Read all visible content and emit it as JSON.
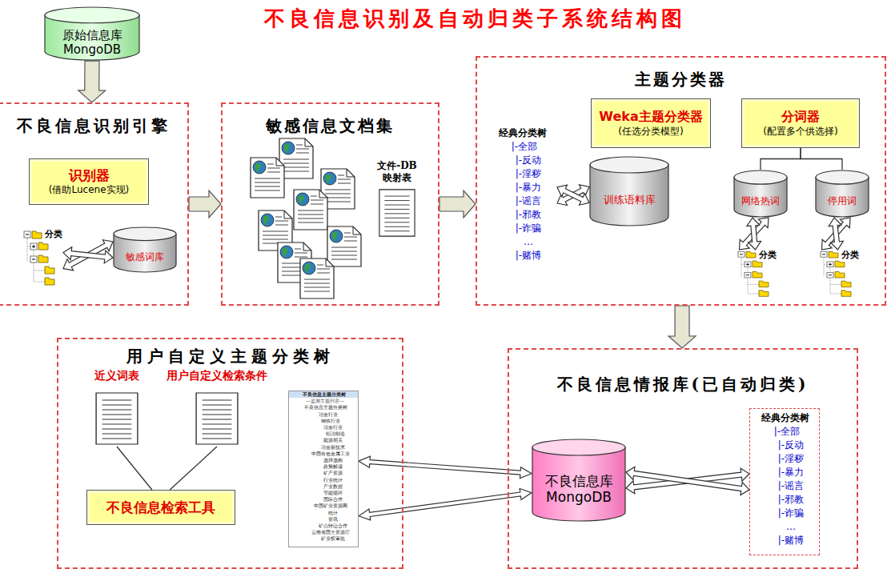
{
  "diagram": {
    "title": "不良信息识别及自动归类子系统结构图",
    "nodes": [
      {
        "text": [
          "原始信息库 MongoDB"
        ]
      },
      {
        "text": [
          "不良信息识别引擎"
        ]
      },
      {
        "text": [
          "识别器",
          "(借助Lucene实现)"
        ],
        "in": 1
      },
      {
        "text": [
          "分类"
        ],
        "in": 1
      },
      {
        "text": [
          "敏感词库"
        ],
        "in": 1
      },
      {
        "text": [
          "敏感信息文档集"
        ]
      },
      {
        "text": [
          "文件-DB 映射表"
        ],
        "in": 5
      },
      {
        "text": [
          "主题分类器"
        ]
      },
      {
        "text": [
          "经典分类树",
          "|-全部",
          "|-反动",
          "|-淫秽",
          "|-暴力",
          "|-谣言",
          "|-邪教",
          "|-诈骗",
          "…",
          "|-赌博"
        ],
        "in": 7
      },
      {
        "text": [
          "训练语料库"
        ],
        "in": 7
      },
      {
        "text": [
          "Weka主题分类器",
          "(任选分类模型)"
        ],
        "in": 7
      },
      {
        "text": [
          "分词器",
          "(配置多个供选择)"
        ],
        "in": 7
      },
      {
        "text": [
          "网络热词"
        ],
        "in": 7
      },
      {
        "text": [
          "停用词"
        ],
        "in": 7
      },
      {
        "text": [
          "分类"
        ],
        "in": 7
      },
      {
        "text": [
          "分类"
        ],
        "in": 7
      },
      {
        "text": [
          "用户自定义主题分类树"
        ]
      },
      {
        "text": [
          "近义词表"
        ],
        "in": 16
      },
      {
        "text": [
          "用户自定义检索条件"
        ],
        "in": 16
      },
      {
        "text": [
          "不良信息检索工具"
        ],
        "in": 16
      },
      {
        "text": [
          "不良信息主题分类树",
          "—监测主题列表—",
          "不良信息主题分类树",
          "冶金行业",
          "钢铁行业",
          "冶金行业",
          "铝冶制造",
          "能源相关",
          "冶金新技术",
          "中国有色金属工业",
          "选择选购",
          "政策解读",
          "矿产资源",
          "行业统计",
          "产业数据",
          "节能循环",
          "国际合作",
          "中国矿业资源网",
          "统计",
          "资讯",
          "矿山转让合作",
          "云南省国土资源厅",
          "矿业权审批"
        ],
        "in": 16
      },
      {
        "text": [
          "不良信息情报库(已自动归类)"
        ]
      },
      {
        "text": [
          "不良信息库 MongoDB"
        ],
        "in": 21
      },
      {
        "text": [
          "经典分类树",
          "|-全部",
          "|-反动",
          "|-淫秽",
          "|-暴力",
          "|-谣言",
          "|-邪教",
          "|-诈骗",
          "…",
          "|-赌博"
        ],
        "in": 21
      }
    ],
    "edges": [
      {
        "from": 0,
        "to": 1,
        "arrow": "to"
      },
      {
        "from": 1,
        "to": 5,
        "arrow": "to"
      },
      {
        "from": 5,
        "to": 7,
        "arrow": "to"
      },
      {
        "from": 7,
        "to": 21,
        "arrow": "to"
      },
      {
        "from": 3,
        "to": 4,
        "arrow": "both"
      },
      {
        "from": 8,
        "to": 9,
        "arrow": "both"
      },
      {
        "from": 11,
        "to": 12,
        "arrow": "none"
      },
      {
        "from": 11,
        "to": 13,
        "arrow": "none"
      },
      {
        "from": 12,
        "to": 14,
        "arrow": "both"
      },
      {
        "from": 13,
        "to": 15,
        "arrow": "both"
      },
      {
        "from": 17,
        "to": 19,
        "arrow": "none"
      },
      {
        "from": 18,
        "to": 19,
        "arrow": "none"
      },
      {
        "from": 20,
        "to": 22,
        "arrow": "both"
      },
      {
        "from": 20,
        "to": 22,
        "arrow": "both"
      },
      {
        "from": 22,
        "to": 23,
        "arrow": "both"
      }
    ]
  }
}
